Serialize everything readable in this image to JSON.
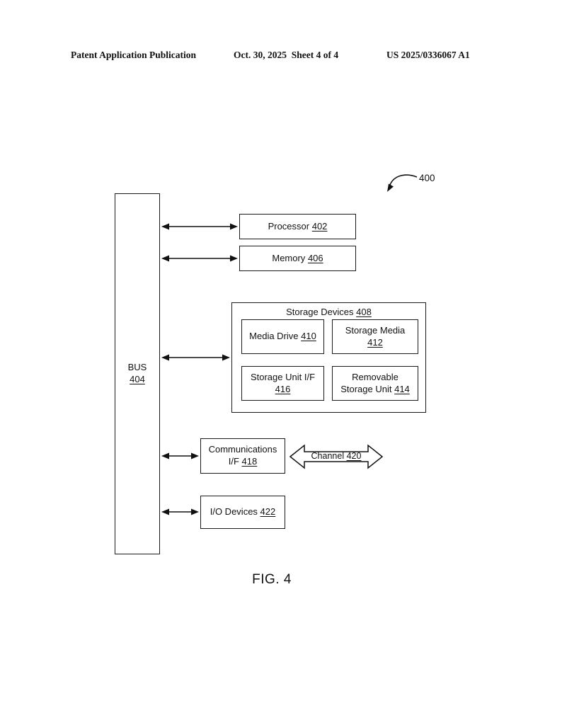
{
  "header": {
    "left": "Patent Application Publication",
    "center": "Oct. 30, 2025  Sheet 4 of 4",
    "right": "US 2025/0336067 A1"
  },
  "figure": {
    "ref_label": "400",
    "caption": "FIG. 4",
    "bus": {
      "label": "BUS",
      "ref": "404"
    },
    "processor": {
      "label": "Processor",
      "ref": "402"
    },
    "memory": {
      "label": "Memory",
      "ref": "406"
    },
    "storage_devices": {
      "label": "Storage Devices",
      "ref": "408"
    },
    "media_drive": {
      "label": "Media Drive",
      "ref": "410"
    },
    "storage_media": {
      "label": "Storage Media",
      "ref": "412"
    },
    "storage_unit_if": {
      "label": "Storage Unit I/F",
      "ref": "416"
    },
    "removable_storage_unit": {
      "line1": "Removable",
      "line2": "Storage Unit",
      "ref": "414"
    },
    "communications_if": {
      "line1": "Communications",
      "line2": "I/F",
      "ref": "418"
    },
    "channel": {
      "label": "Channel",
      "ref": "420"
    },
    "io_devices": {
      "label": "I/O Devices",
      "ref": "422"
    }
  }
}
